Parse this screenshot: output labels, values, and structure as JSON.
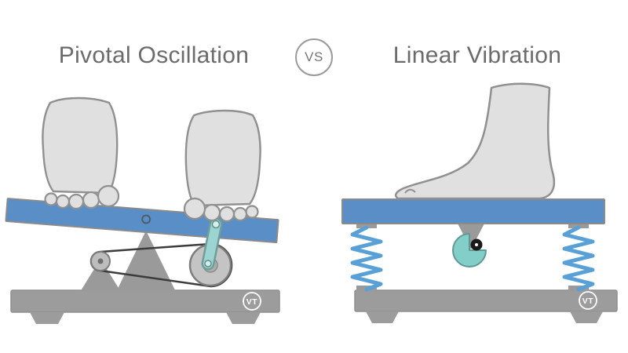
{
  "header": {
    "left_title": "Pivotal Oscillation",
    "vs_label": "VS",
    "right_title": "Linear Vibration"
  },
  "left_panel": {
    "badge": "VT"
  },
  "right_panel": {
    "badge": "VT"
  },
  "colors": {
    "platform_blue": "#5a8ec6",
    "spring_blue": "#58a0d6",
    "machine_gray": "#9c9c9c",
    "crank_teal": "#9bd4d0",
    "cam_teal": "#84ceca",
    "foot_fill": "#e0e0e0",
    "outline_gray": "#909090",
    "belt_dark": "#3c3c3c",
    "title_gray": "#6b6b6b"
  }
}
